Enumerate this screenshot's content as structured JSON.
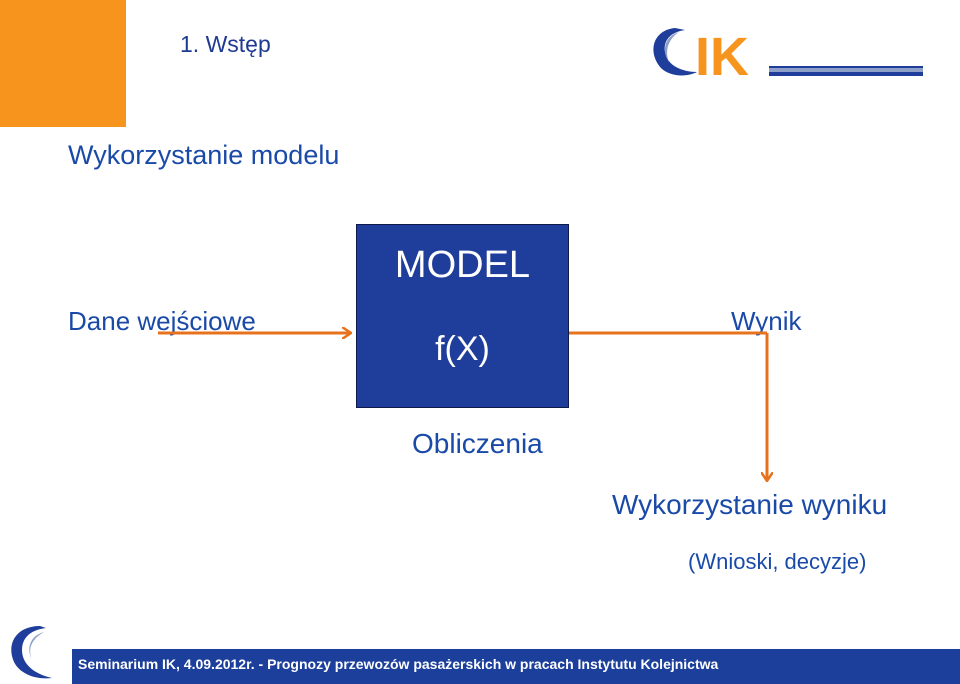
{
  "header": {
    "section_title": "1. Wstęp",
    "logo_text": "IK"
  },
  "slide": {
    "heading": "Wykorzystanie modelu",
    "input_label": "Dane wejściowe",
    "model_title": "MODEL",
    "model_formula": "f(X)",
    "calc_label": "Obliczenia",
    "result_label": "Wynik",
    "usage_label": "Wykorzystanie wyniku",
    "conclusions_label": "(Wnioski, decyzje)"
  },
  "footer": {
    "text": "Seminarium IK, 4.09.2012r.  - Prognozy przewozów pasażerskich w pracach Instytutu Kolejnictwa"
  },
  "colors": {
    "accent_orange": "#f7941d",
    "arrow_orange": "#e8711c",
    "brand_blue": "#1f3d9a",
    "text_blue": "#1a4aa8"
  }
}
